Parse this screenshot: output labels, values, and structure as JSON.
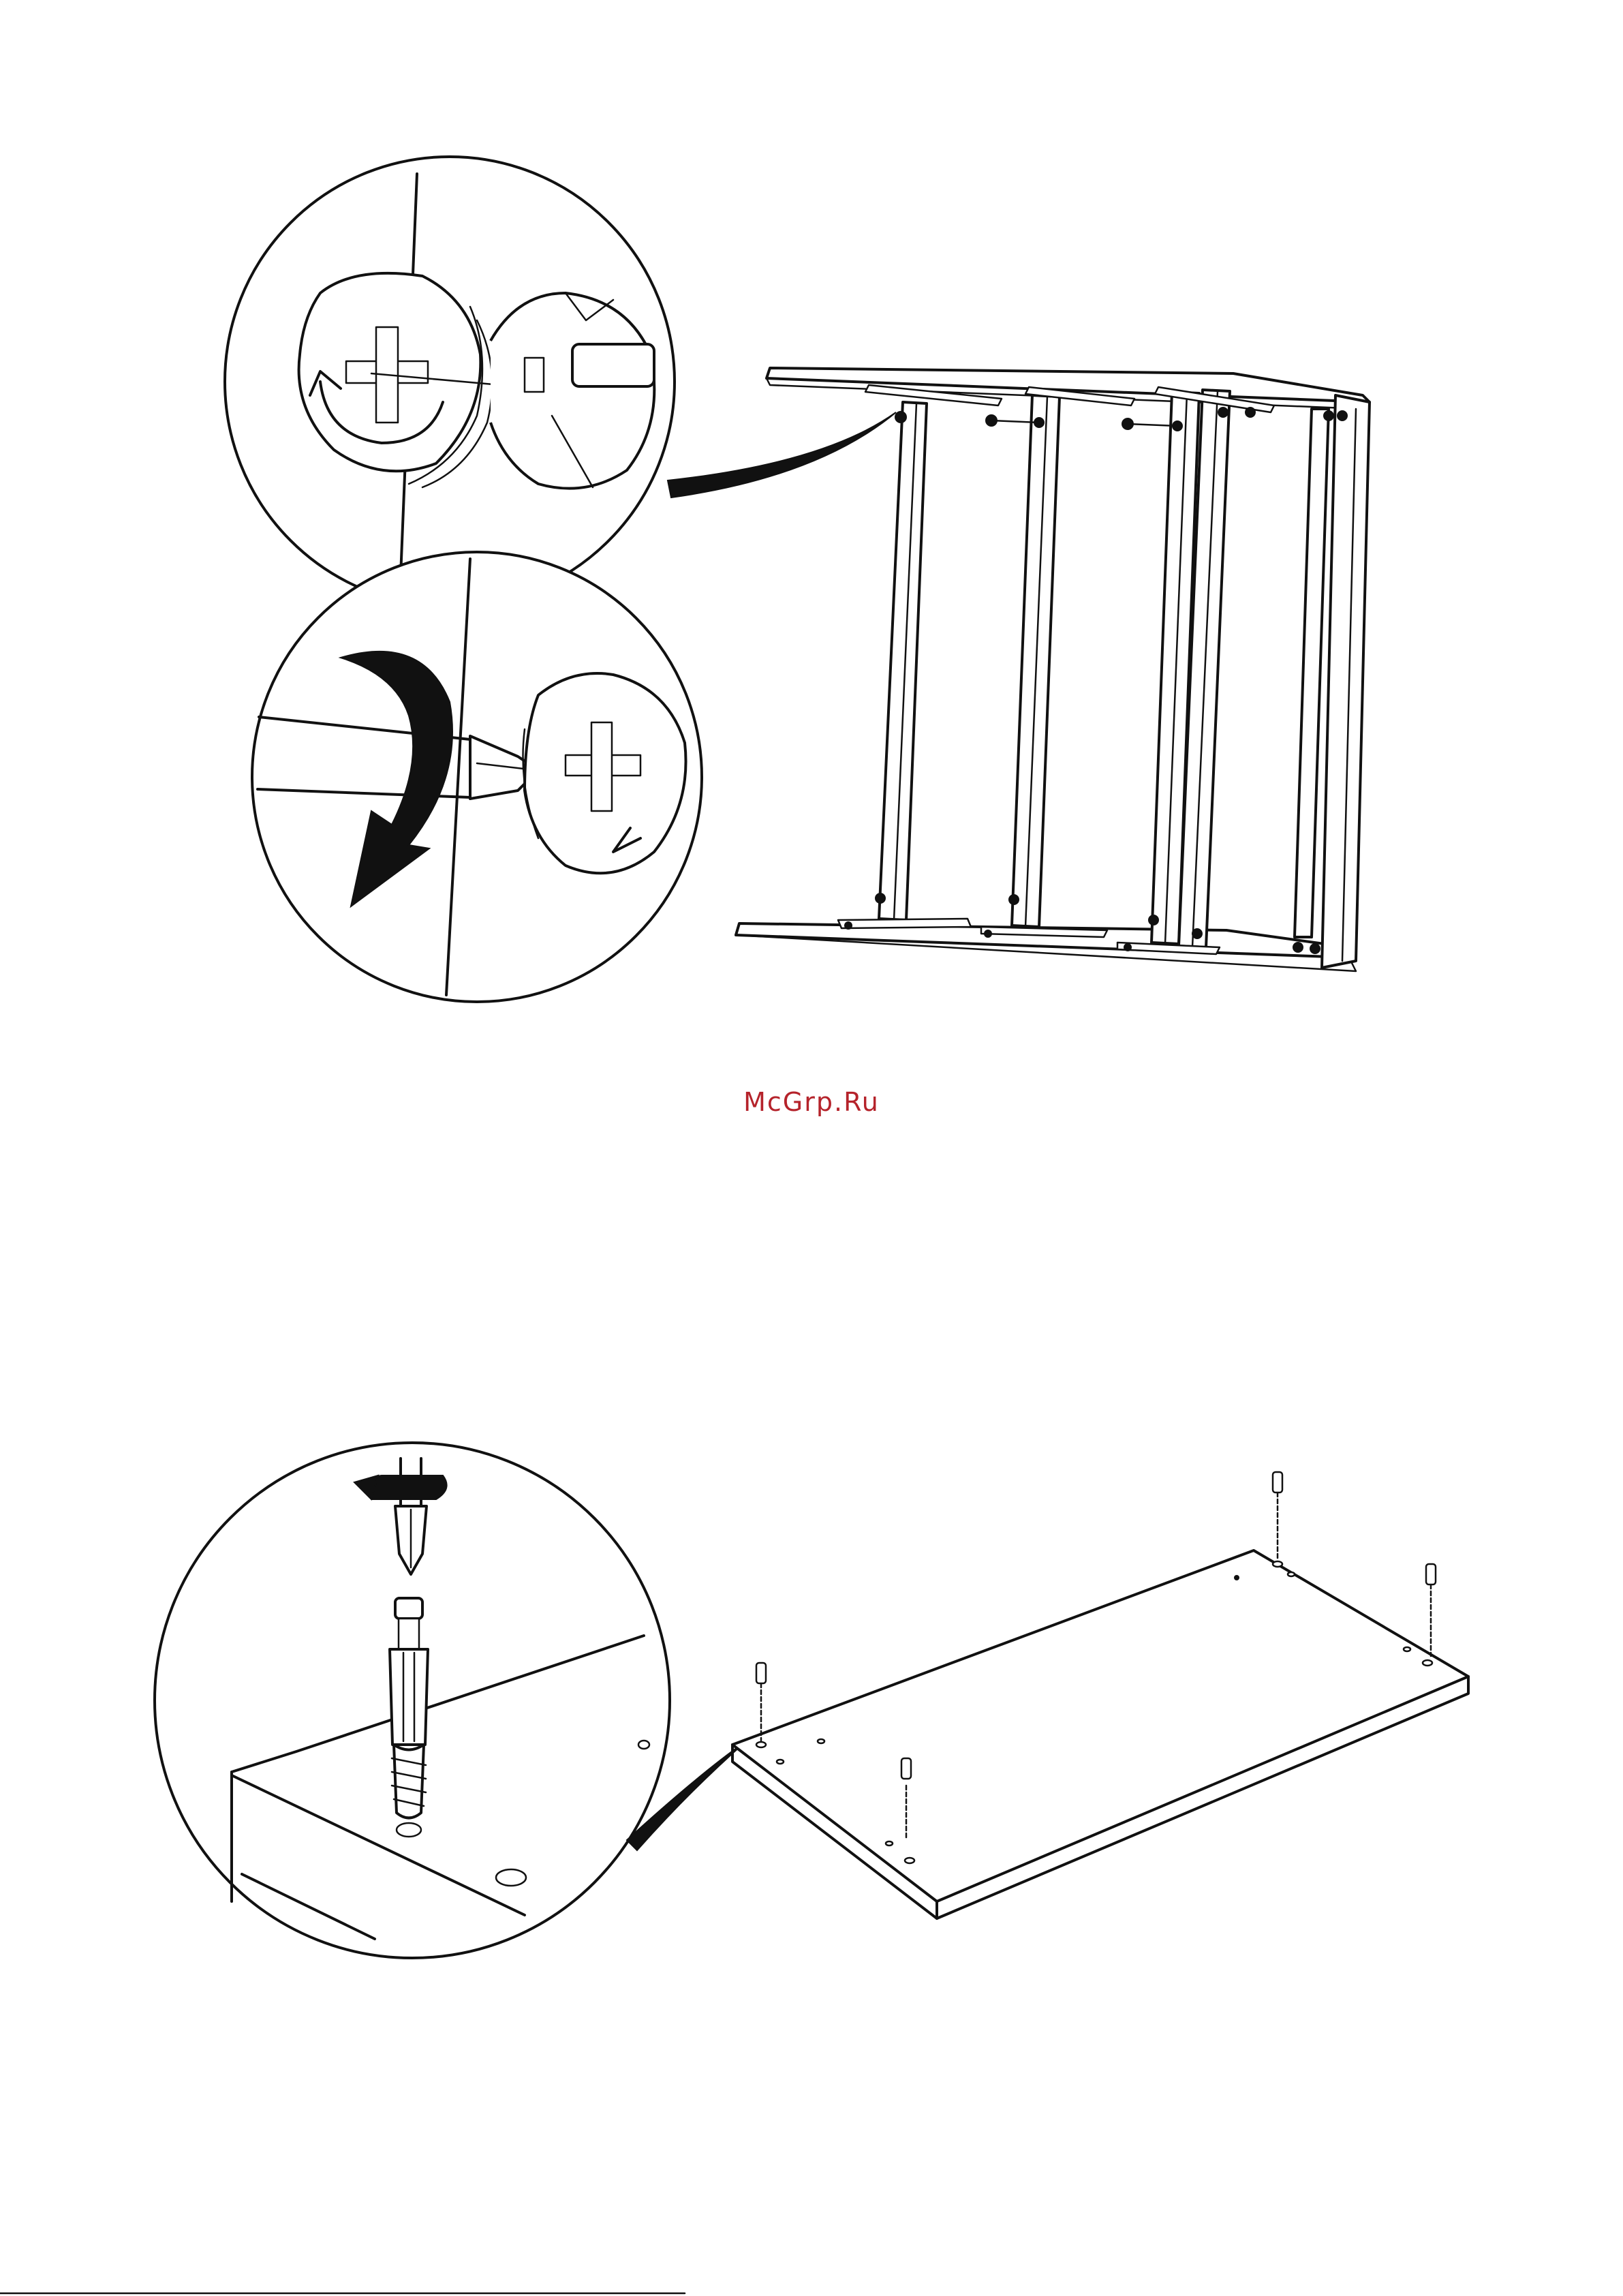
{
  "watermark": {
    "text": "McGrp.Ru",
    "color": "#b5232b"
  },
  "illustrations": [
    {
      "id": "cabinet-frame",
      "icon": "cabinet-frame-drawing"
    },
    {
      "id": "cam-lock-detail",
      "icon": "cam-lock-zoom-detail"
    },
    {
      "id": "screwdriver-turn-detail",
      "icon": "screwdriver-turn-zoom-detail"
    },
    {
      "id": "shelf-panel",
      "icon": "shelf-panel-with-dowels"
    },
    {
      "id": "dowel-screw-detail",
      "icon": "dowel-screw-zoom-detail"
    }
  ]
}
